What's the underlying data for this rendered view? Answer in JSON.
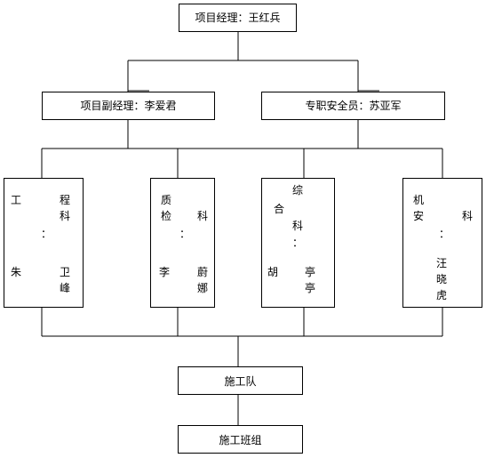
{
  "org_chart": {
    "top": {
      "text": "项目经理：王红兵"
    },
    "deputies": [
      {
        "text": "项目副经理：李爱君"
      },
      {
        "text": "专职安全员：苏亚军"
      }
    ],
    "departments": [
      {
        "text": "工程科：朱卫峰"
      },
      {
        "text": "质检科：李蔚娜"
      },
      {
        "text": "综合科：胡亭亭"
      },
      {
        "text": "机安科：汪晓虎"
      }
    ],
    "team": {
      "text": "施工队"
    },
    "crew": {
      "text": "施工班组"
    }
  }
}
